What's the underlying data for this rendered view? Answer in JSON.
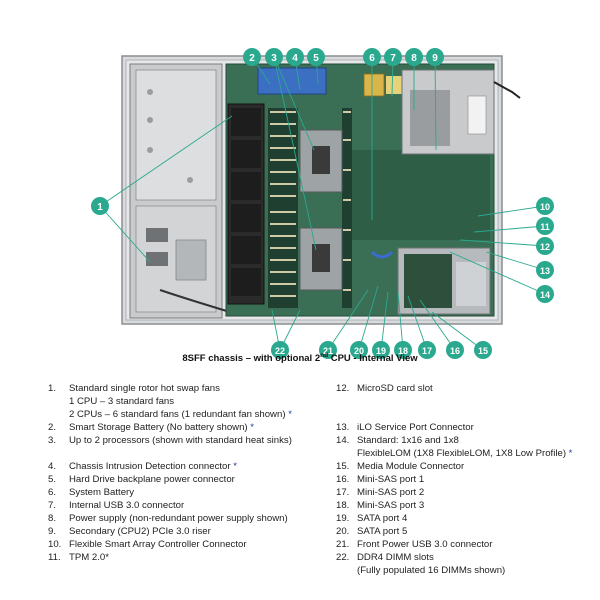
{
  "caption": {
    "prefix": "8SFF chassis – with optional 2",
    "sup": "nd",
    "suffix": " CPU - Internal View"
  },
  "callouts": [
    "1",
    "2",
    "3",
    "4",
    "5",
    "6",
    "7",
    "8",
    "9",
    "10",
    "11",
    "12",
    "13",
    "14",
    "15",
    "16",
    "17",
    "18",
    "19",
    "20",
    "21",
    "22"
  ],
  "left_legend": [
    {
      "num": "1.",
      "lines": [
        "Standard single rotor hot swap fans",
        "1 CPU – 3 standard fans",
        "2 CPUs – 6 standard fans (1 redundant fan shown)"
      ],
      "star_line": 2
    },
    {
      "num": "2.",
      "lines": [
        "Smart Storage Battery (No battery shown)"
      ],
      "star_line": 0
    },
    {
      "num": "3.",
      "lines": [
        "Up to 2 processors (shown with standard heat sinks)"
      ],
      "star_line": -1
    },
    {
      "num": "4.",
      "lines": [
        "Chassis Intrusion Detection connector"
      ],
      "star_line": 0
    },
    {
      "num": "5.",
      "lines": [
        "Hard Drive backplane power connector"
      ],
      "star_line": -1
    },
    {
      "num": "6.",
      "lines": [
        "System Battery"
      ],
      "star_line": -1
    },
    {
      "num": "7.",
      "lines": [
        "Internal USB 3.0 connector"
      ],
      "star_line": -1
    },
    {
      "num": "8.",
      "lines": [
        "Power supply (non-redundant power supply shown)"
      ],
      "star_line": -1
    },
    {
      "num": "9.",
      "lines": [
        "Secondary (CPU2) PCIe 3.0 riser"
      ],
      "star_line": -1
    },
    {
      "num": "10.",
      "lines": [
        "Flexible Smart Array Controller Connector"
      ],
      "star_line": -1
    },
    {
      "num": "11.",
      "lines": [
        "TPM 2.0*"
      ],
      "star_line": -1
    }
  ],
  "right_legend": [
    {
      "num": "12.",
      "lines": [
        "MicroSD card slot"
      ],
      "star_line": -1
    },
    {
      "num": "13.",
      "lines": [
        "iLO Service Port Connector"
      ],
      "star_line": -1
    },
    {
      "num": "14.",
      "lines": [
        "Standard: 1x16 and 1x8",
        "FlexibleLOM (1X8 FlexibleLOM, 1X8 Low Profile)"
      ],
      "star_line": 1
    },
    {
      "num": "15.",
      "lines": [
        "Media Module Connector"
      ],
      "star_line": -1
    },
    {
      "num": "16.",
      "lines": [
        "Mini-SAS port 1"
      ],
      "star_line": -1
    },
    {
      "num": "17.",
      "lines": [
        "Mini-SAS port 2"
      ],
      "star_line": -1
    },
    {
      "num": "18.",
      "lines": [
        "Mini-SAS port 3"
      ],
      "star_line": -1
    },
    {
      "num": "19.",
      "lines": [
        "SATA port 4"
      ],
      "star_line": -1
    },
    {
      "num": "20.",
      "lines": [
        "SATA port 5"
      ],
      "star_line": -1
    },
    {
      "num": "21.",
      "lines": [
        "Front Power USB 3.0 connector"
      ],
      "star_line": -1
    },
    {
      "num": "22.",
      "lines": [
        "DDR4 DIMM slots",
        "(Fully populated 16 DIMMs shown)"
      ],
      "star_line": -1
    }
  ],
  "star_text": " *",
  "colors": {
    "callout": "#2aa98f",
    "star": "#1a3d9a",
    "board": "#2d6a4f",
    "chassis": "#b9bcbf"
  }
}
